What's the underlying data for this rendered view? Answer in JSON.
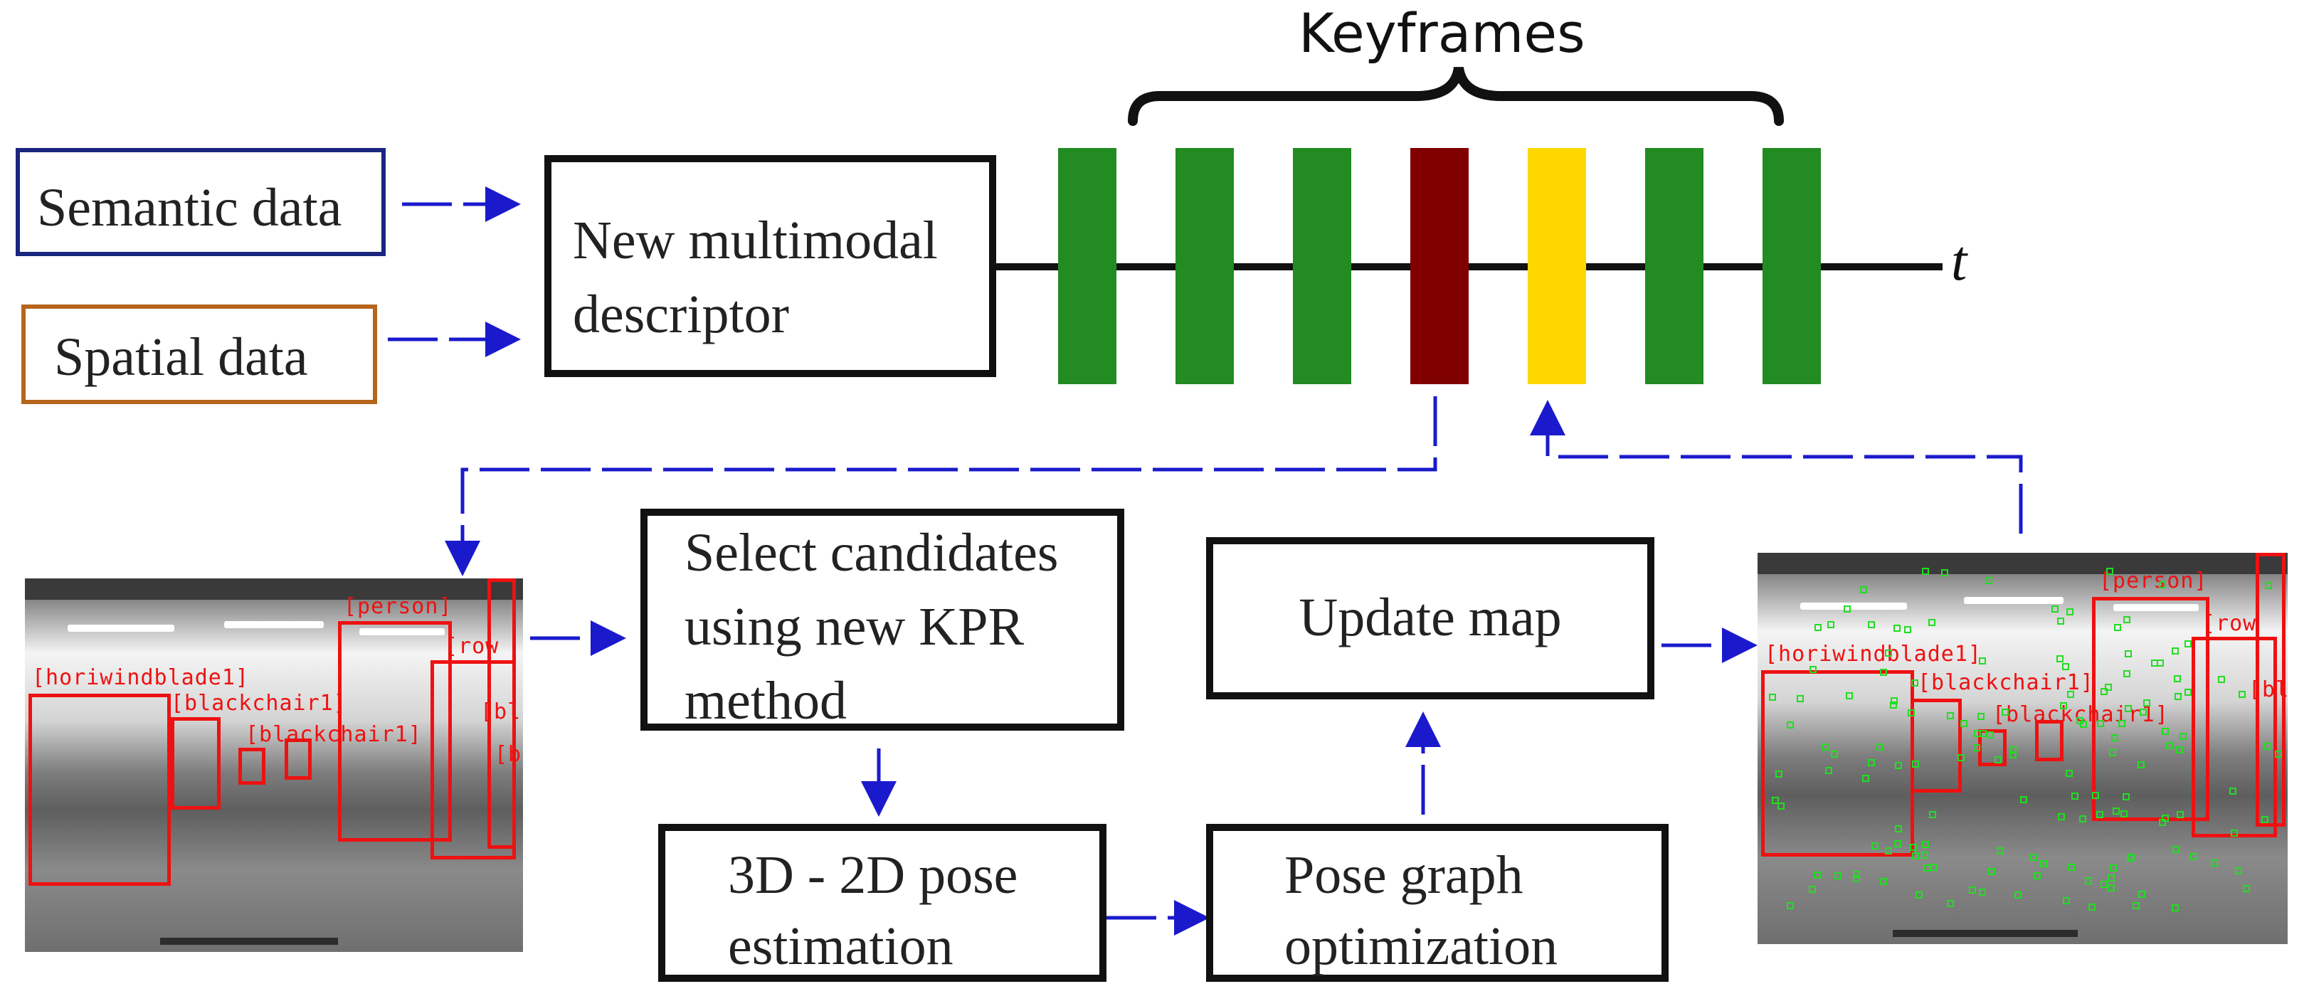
{
  "title": "Keyframes",
  "time_label": "t",
  "inputs": {
    "semantic": {
      "label": "Semantic data",
      "border_color": "#1a2580"
    },
    "spatial": {
      "label": "Spatial data",
      "border_color": "#b5651d"
    }
  },
  "descriptor": {
    "label": "New multimodal\ndescriptor"
  },
  "keyframe_colors": [
    "#228B22",
    "#228B22",
    "#228B22",
    "#800000",
    "#FFD700",
    "#228B22",
    "#228B22"
  ],
  "process": {
    "select": "Select candidates\nusing new KPR\nmethod",
    "pose": "3D - 2D pose\nestimation",
    "graph": "Pose graph\noptimization",
    "update": "Update map"
  },
  "arrow_color": "#1a1acc",
  "left_image": {
    "labels": [
      "[horiwindblade1]",
      "[blackchair1]",
      "[blackchair1]",
      "[person]",
      "[row",
      "[bl",
      "[b"
    ]
  },
  "right_image": {
    "labels": [
      "[horiwindblade1]",
      "[blackchair1]",
      "[blackchair1]",
      "[person]",
      "[row",
      "[bl"
    ]
  }
}
